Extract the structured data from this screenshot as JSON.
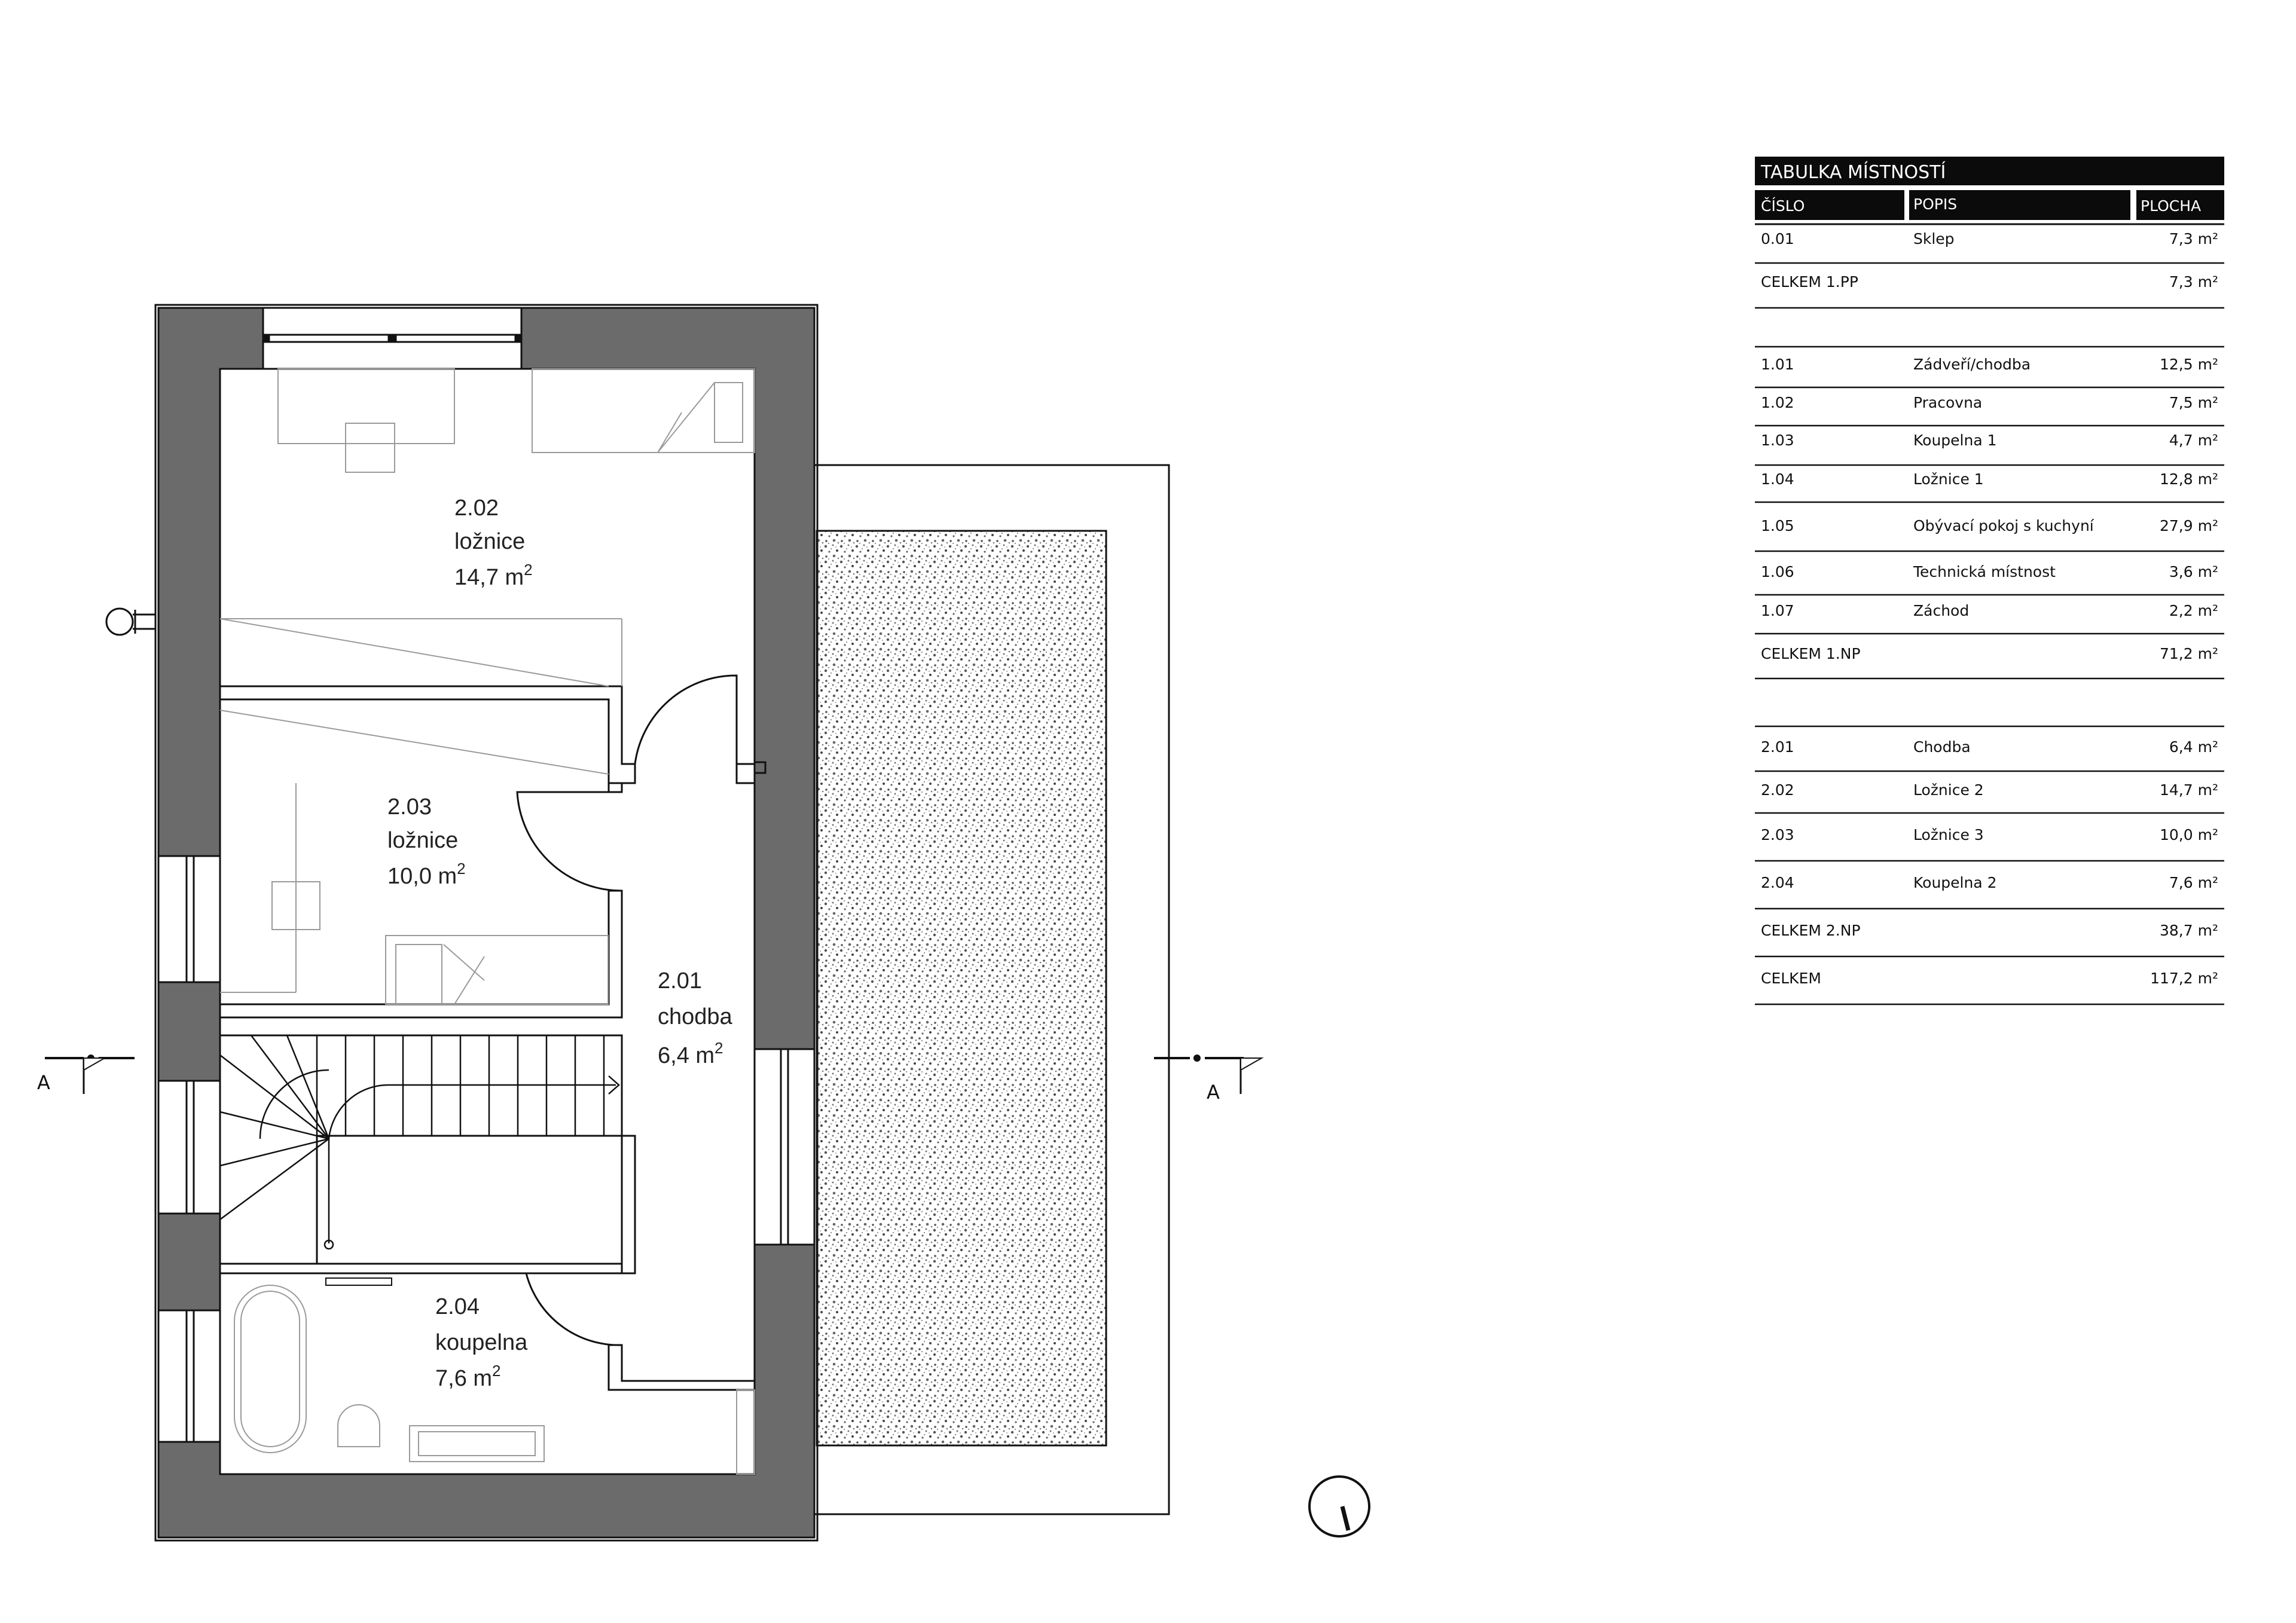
{
  "rooms": [
    {
      "number": "2.02",
      "name": "ložnice",
      "area": "14,7 m",
      "sup": "2"
    },
    {
      "number": "2.03",
      "name": "ložnice",
      "area": "10,0 m",
      "sup": "2"
    },
    {
      "number": "2.01",
      "name": "chodba",
      "area": "6,4 m",
      "sup": "2"
    },
    {
      "number": "2.04",
      "name": "koupelna",
      "area": "7,6  m",
      "sup": "2"
    }
  ],
  "section_marks": {
    "left": "A",
    "right": "A"
  },
  "table": {
    "title": "TABULKA MÍSTNOSTÍ",
    "headers": {
      "number": "ČÍSLO",
      "desc": "POPIS",
      "area": "PLOCHA"
    },
    "unit": "m²",
    "rows": [
      {
        "no": "0.01",
        "desc": "Sklep",
        "area": "7,3"
      },
      {
        "no": "CELKEM 1.PP",
        "desc": "",
        "area": "7,3"
      },
      {
        "no": "1.01",
        "desc": "Zádveří/chodba",
        "area": "12,5"
      },
      {
        "no": "1.02",
        "desc": "Pracovna",
        "area": "7,5"
      },
      {
        "no": "1.03",
        "desc": "Koupelna 1",
        "area": "4,7"
      },
      {
        "no": "1.04",
        "desc": "Ložnice 1",
        "area": "12,8"
      },
      {
        "no": "1.05",
        "desc": "Obývací pokoj s kuchyní",
        "area": "27,9"
      },
      {
        "no": "1.06",
        "desc": "Technická místnost",
        "area": "3,6"
      },
      {
        "no": "1.07",
        "desc": "Záchod",
        "area": "2,2"
      },
      {
        "no": "CELKEM 1.NP",
        "desc": "",
        "area": "71,2"
      },
      {
        "no": "2.01",
        "desc": "Chodba",
        "area": "6,4"
      },
      {
        "no": "2.02",
        "desc": "Ložnice 2",
        "area": "14,7"
      },
      {
        "no": "2.03",
        "desc": "Ložnice 3",
        "area": "10,0"
      },
      {
        "no": "2.04",
        "desc": "Koupelna 2",
        "area": "7,6"
      },
      {
        "no": "CELKEM 2.NP",
        "desc": "",
        "area": "38,7"
      },
      {
        "no": "CELKEM",
        "desc": "",
        "area": "117,2"
      }
    ]
  },
  "colors": {
    "wall": "#6b6b6b",
    "line": "#111111",
    "thin": "#9a9a9a",
    "header": "#0b0b0b"
  }
}
